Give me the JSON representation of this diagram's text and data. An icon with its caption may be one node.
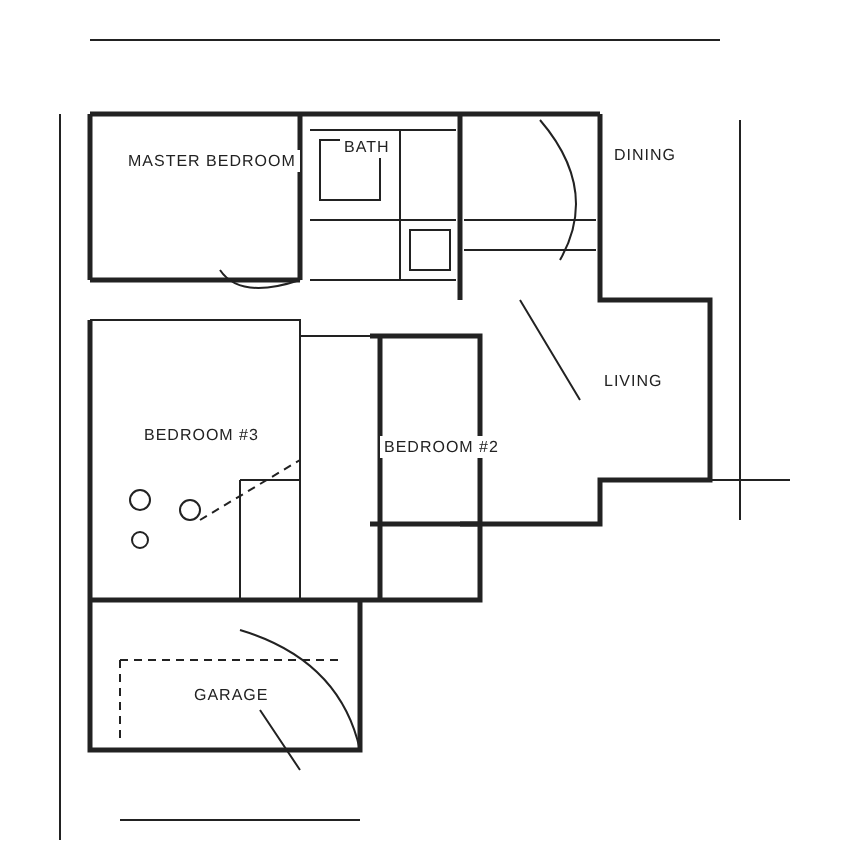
{
  "diagram": {
    "nodes": [
      {
        "text": [
          "MASTER BEDROOM"
        ]
      },
      {
        "text": [
          "BATH"
        ]
      },
      {
        "text": [
          "DINING"
        ]
      },
      {
        "text": [
          "LIVING"
        ]
      },
      {
        "text": [
          "BEDROOM #3"
        ]
      },
      {
        "text": [
          "BEDROOM #2"
        ]
      },
      {
        "text": [
          "GARAGE"
        ]
      }
    ]
  }
}
